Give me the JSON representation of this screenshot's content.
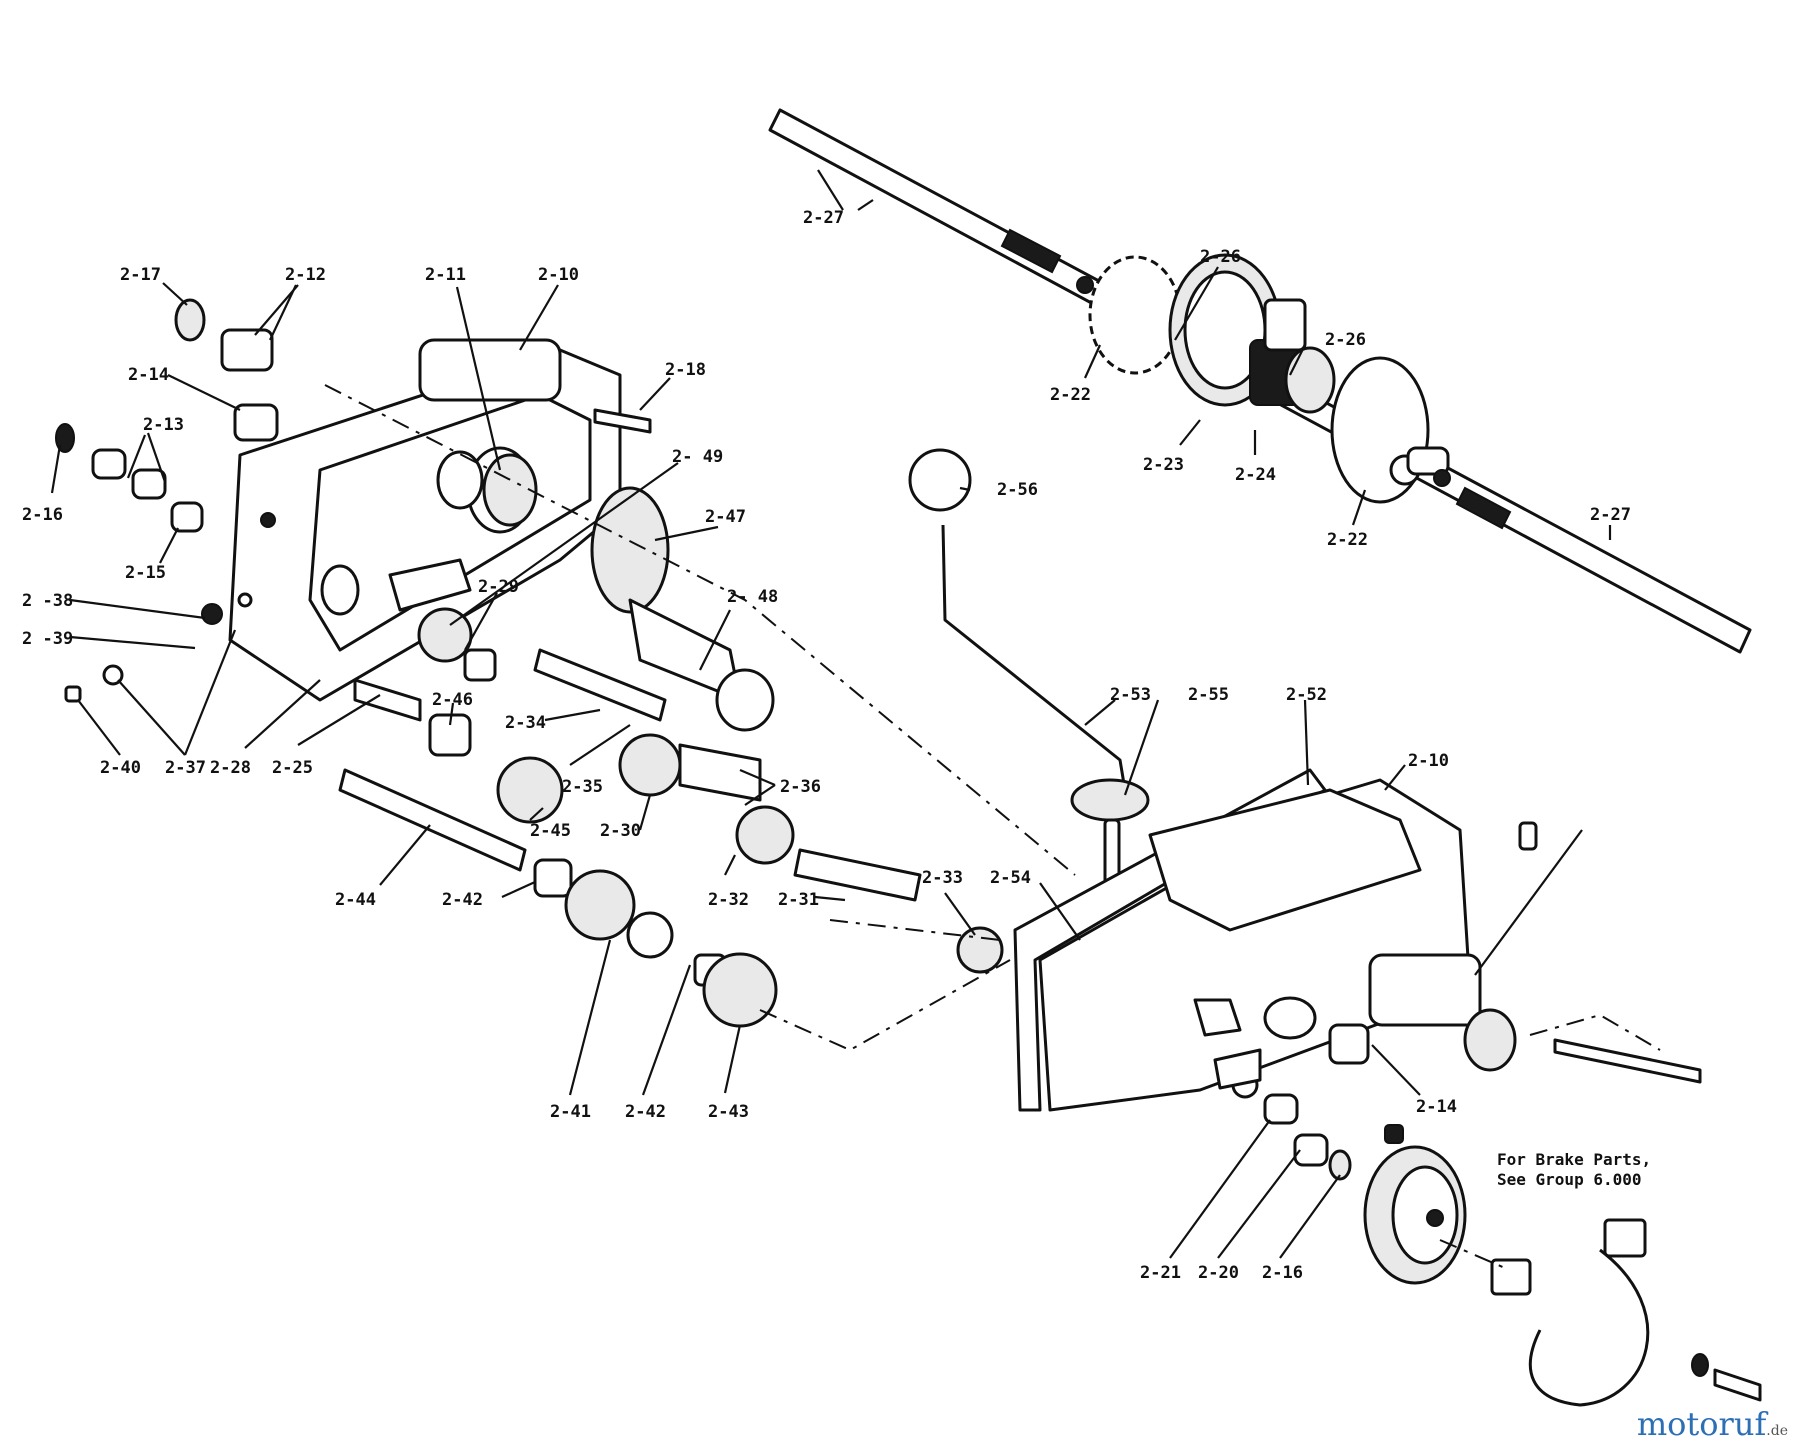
{
  "diagram": {
    "labels": {
      "p2_27a": "2-27",
      "p2_27b": "2-27",
      "p2_26a": "2-26",
      "p2_26b": "2-26",
      "p2_22a": "2-22",
      "p2_22b": "2-22",
      "p2_23": "2-23",
      "p2_24": "2-24",
      "p2_17": "2-17",
      "p2_12": "2-12",
      "p2_11": "2-11",
      "p2_10a": "2-10",
      "p2_10b": "2-10",
      "p2_14a": "2-14",
      "p2_14b": "2-14",
      "p2_13": "2-13",
      "p2_16a": "2-16",
      "p2_16b": "2-16",
      "p2_15": "2-15",
      "p2_18": "2-18",
      "p2_49": "2- 49",
      "p2_47": "2-47",
      "p2_48": "2- 48",
      "p2_29": "2-29",
      "p2_38": "2 -38",
      "p2_39": "2 -39",
      "p2_40": "2-40",
      "p2_37": "2-37",
      "p2_28": "2-28",
      "p2_25": "2-25",
      "p2_46": "2-46",
      "p2_34": "2-34",
      "p2_35": "2-35",
      "p2_45": "2-45",
      "p2_30": "2-30",
      "p2_36": "2-36",
      "p2_32": "2-32",
      "p2_31": "2-31",
      "p2_33": "2-33",
      "p2_54": "2-54",
      "p2_44": "2-44",
      "p2_42a": "2-42",
      "p2_42b": "2-42",
      "p2_41": "2-41",
      "p2_43": "2-43",
      "p2_56": "2-56",
      "p2_53": "2-53",
      "p2_55": "2-55",
      "p2_52": "2-52",
      "p2_21": "2-21",
      "p2_20": "2-20"
    },
    "note_line1": "For Brake Parts,",
    "note_line2": "See Group 6.000"
  },
  "watermark": {
    "main": "motoruf",
    "tld": ".de"
  }
}
